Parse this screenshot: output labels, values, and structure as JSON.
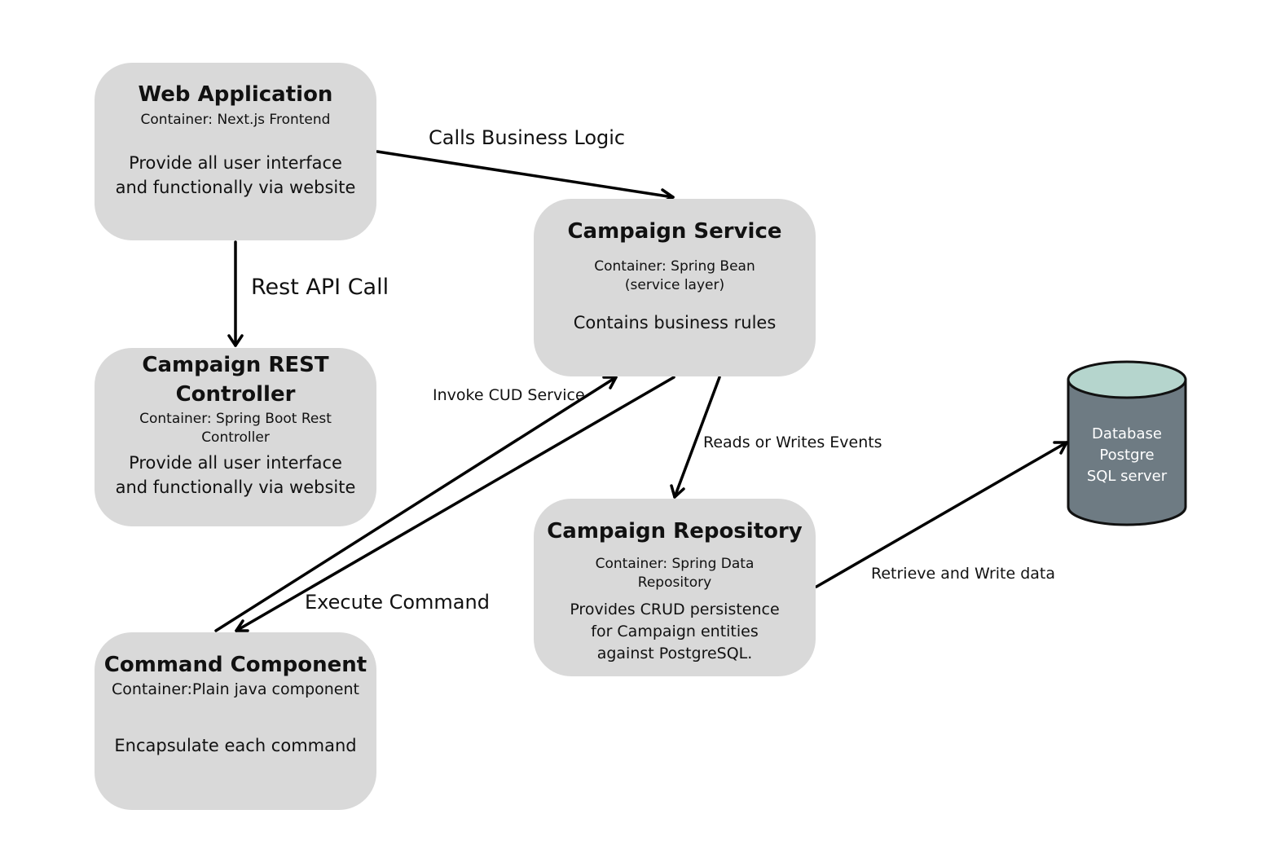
{
  "colors": {
    "box_fill": "#d9d9d9",
    "database_body": "#6e7b83",
    "database_top": "#b5d5cd",
    "arrow": "#000000"
  },
  "nodes": {
    "web_application": {
      "title": "Web Application",
      "container": "Container: Next.js Frontend",
      "description": "Provide all user interface\nand functionally via website"
    },
    "campaign_service": {
      "title": "Campaign Service",
      "container": "Container: Spring Bean\n(service layer)",
      "description": "Contains business rules"
    },
    "campaign_rest_controller": {
      "title": "Campaign REST\nController",
      "container": "Container: Spring Boot Rest\nController",
      "description": "Provide all user interface\nand functionally via website"
    },
    "campaign_repository": {
      "title": "Campaign Repository",
      "container": "Container: Spring Data\nRepository",
      "description": "Provides CRUD persistence\nfor Campaign entities\nagainst PostgreSQL."
    },
    "command_component": {
      "title": "Command Component",
      "container": "Container:Plain java component",
      "description": "Encapsulate each command"
    },
    "database": {
      "label": "Database\nPostgre\nSQL server"
    }
  },
  "edges": {
    "calls_business_logic": "Calls Business Logic",
    "rest_api_call": "Rest API Call",
    "invoke_cud_service": "Invoke CUD Service",
    "reads_or_writes_events": "Reads or Writes Events",
    "execute_command": "Execute Command",
    "retrieve_and_write_data": "Retrieve and Write data"
  }
}
